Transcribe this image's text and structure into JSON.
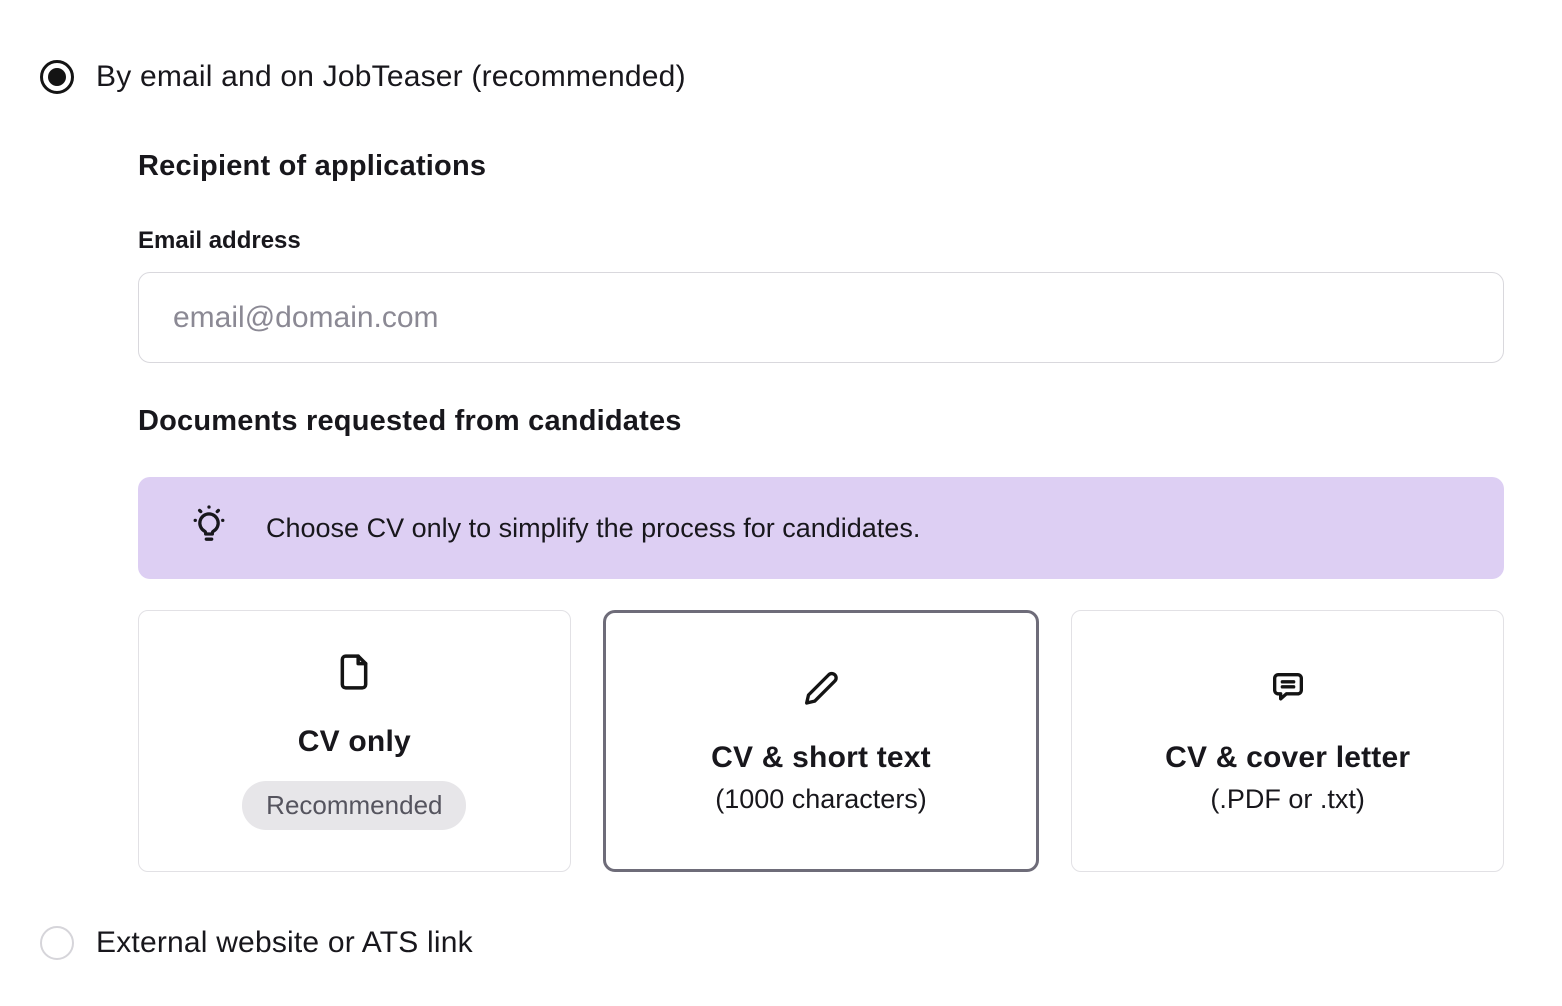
{
  "colors": {
    "text": "#18171c",
    "placeholder": "#8b8994",
    "banner_background": "#ddcff3",
    "badge_background": "#e7e6e9",
    "badge_text": "#55545e",
    "card_border": "#e2e1e5",
    "card_border_selected": "#6e6c79",
    "input_border": "#d9d8dd",
    "radio_unchecked_border": "#d6d5da"
  },
  "options": {
    "email_and_jobteaser": {
      "label": "By email and on JobTeaser (recommended)",
      "selected": true
    },
    "external_link": {
      "label": "External website or ATS link",
      "selected": false
    }
  },
  "recipient_section": {
    "title": "Recipient of applications",
    "email_label": "Email address",
    "email_placeholder": "email@domain.com",
    "email_value": ""
  },
  "documents_section": {
    "title": "Documents requested from candidates",
    "tip": "Choose CV only to simplify the process for candidates.",
    "tip_icon": "lightbulb-icon",
    "cards": [
      {
        "icon": "file-icon",
        "title": "CV only",
        "badge": "Recommended",
        "selected": false
      },
      {
        "icon": "pencil-icon",
        "title": "CV & short text",
        "subtitle": "(1000 characters)",
        "selected": true
      },
      {
        "icon": "chat-bubble-icon",
        "title": "CV & cover letter",
        "subtitle": "(.PDF or .txt)",
        "selected": false
      }
    ]
  }
}
